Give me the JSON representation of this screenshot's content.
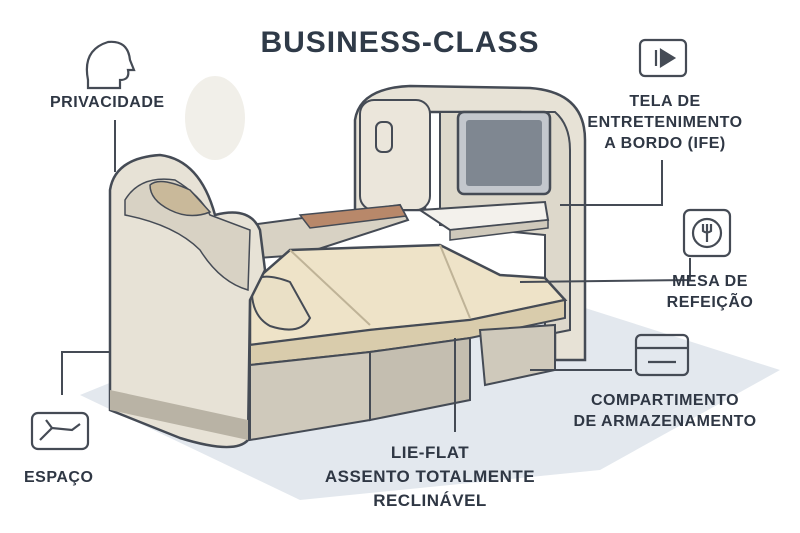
{
  "title": "BUSINESS-CLASS",
  "labels": {
    "privacy": "PRIVACIDADE",
    "ife": [
      "TELA DE",
      "ENTRETENIMENTO",
      "A BORDO (IFE)"
    ],
    "dining": [
      "MESA DE",
      "REFEIÇÃO"
    ],
    "storage": [
      "COMPARTIMENTO",
      "DE ARMAZENAMENTO"
    ],
    "space": "ESPAÇO",
    "lieflat": [
      "LIE-FLAT",
      "ASSENTO TOTALMENTE",
      "RECLINÁVEL"
    ]
  },
  "icons": {
    "privacy": "head-profile-icon",
    "ife": "play-screen-icon",
    "dining": "fork-plate-icon",
    "storage": "drawer-icon",
    "space": "reclined-seat-icon"
  },
  "colors": {
    "shell": "#e7e2d6",
    "shell_dark": "#cfc9bb",
    "cushion": "#eee3c8",
    "outline": "#454b55",
    "floor": "#e3e8ee",
    "wood": "#b8886a"
  }
}
